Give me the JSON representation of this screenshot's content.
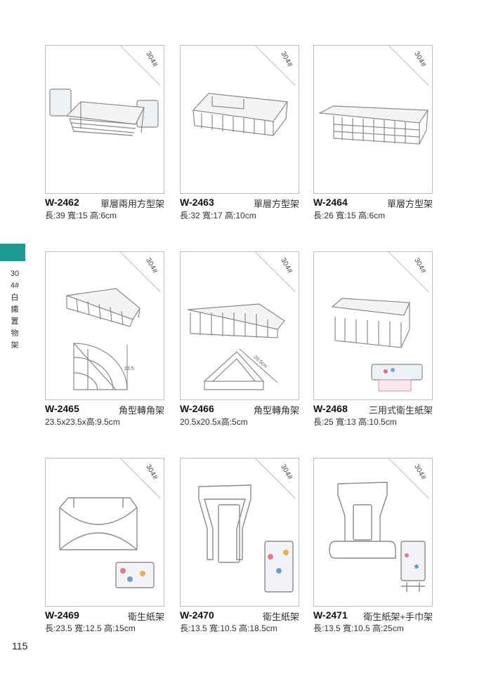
{
  "side_label": "304#白鐵置物架",
  "page_number": "115",
  "accent_color": "#1a9b92",
  "products": [
    {
      "badge": "304#",
      "code": "W-2462",
      "name": "單層兩用方型架",
      "dims": "長:39 寬:15 高:6cm"
    },
    {
      "badge": "304#",
      "code": "W-2463",
      "name": "單層方型架",
      "dims": "長:32 寬:17 高:10cm"
    },
    {
      "badge": "304#",
      "code": "W-2464",
      "name": "單層方型架",
      "dims": "長:26 寬:15 高:6cm"
    },
    {
      "badge": "304#",
      "code": "W-2465",
      "name": "角型轉角架",
      "dims": "23.5x23.5x高:9.5cm",
      "drawing_label": "23.5"
    },
    {
      "badge": "304#",
      "code": "W-2466",
      "name": "角型轉角架",
      "dims": "20.5x20.5x高:5cm",
      "drawing_label": "20.5cm"
    },
    {
      "badge": "304#",
      "code": "W-2468",
      "name": "三用式衛生紙架",
      "dims": "長:25 寬:13 高:10.5cm"
    },
    {
      "badge": "304#",
      "code": "W-2469",
      "name": "衛生紙架",
      "dims": "長:23.5 寬:12.5 高:15cm"
    },
    {
      "badge": "304#",
      "code": "W-2470",
      "name": "衛生紙架",
      "dims": "長:13.5 寬:10.5 高:18.5cm"
    },
    {
      "badge": "304#",
      "code": "W-2471",
      "name": "衛生紙架+手巾架",
      "dims": "長:13.5 寬:10.5 高:25cm"
    }
  ]
}
